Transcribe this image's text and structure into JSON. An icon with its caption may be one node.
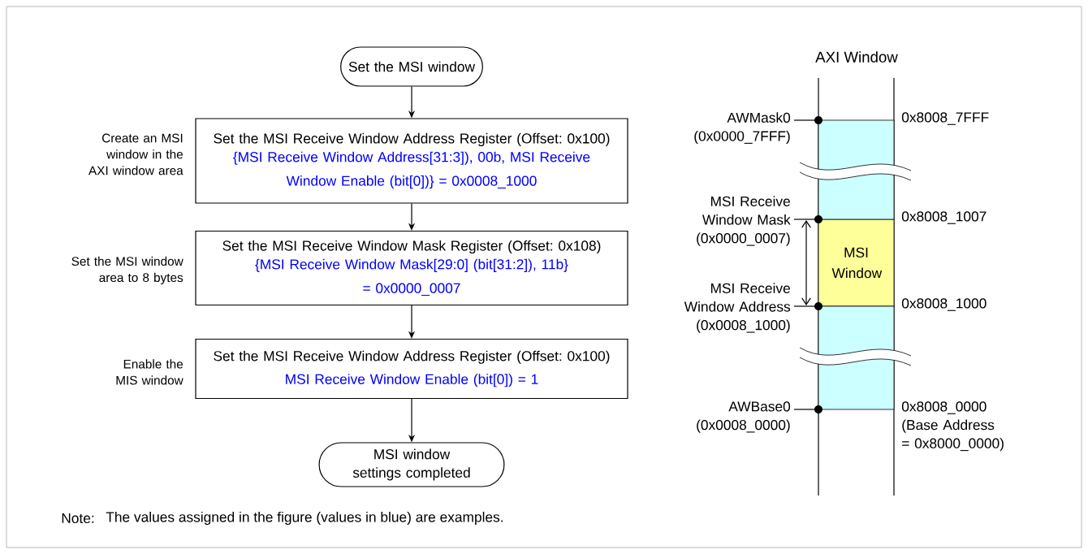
{
  "diagram": {
    "nodes": [
      {
        "text": [
          "Set the MSI window"
        ]
      },
      {
        "text": [
          "Set the MSI Receive Window Address Register (Offset: 0x100)",
          "{MSI Receive Window Address[31:3]), 00b, MSI Receive Window Enable (bit[0])} = 0x0008_1000"
        ],
        "beside": [
          "Create an MSI window in the AXI window area"
        ]
      },
      {
        "text": [
          "Set the MSI Receive Window Mask Register (Offset: 0x108)",
          "{MSI Receive Window Mask[29:0] (bit[31:2]), 11b} = 0x0000_0007"
        ],
        "beside": [
          "Set the MSI window area to 8 bytes"
        ]
      },
      {
        "text": [
          "Set the MSI Receive Window Address Register (Offset: 0x100)",
          "MSI Receive Window Enable (bit[0]) = 1"
        ],
        "beside": [
          "Enable the MIS window"
        ]
      },
      {
        "text": [
          "MSI window settings completed"
        ]
      },
      {
        "text": [
          "MSI Window"
        ]
      },
      {
        "text": [],
        "shape": "box"
      },
      {
        "text": [],
        "shape": "box"
      }
    ],
    "edges": [
      {
        "from": 0,
        "to": 1,
        "arrow": "to"
      },
      {
        "from": 1,
        "to": 2,
        "arrow": "to"
      },
      {
        "from": 2,
        "to": 3,
        "arrow": "to"
      },
      {
        "from": 3,
        "to": 4,
        "arrow": "to"
      }
    ],
    "labels": [
      "AXI Window",
      "AWMask0 (0x0000_7FFF)",
      "0x8008_7FFF",
      "MSI Receive Window Mask (0x0000_0007)",
      "0x8008_1007",
      "MSI Receive Window Address (0x0008_1000)",
      "0x8008_1000",
      "AWBase0 (0x0008_0000)",
      "0x8008_0000 (Base Address = 0x8000_0000)",
      "Note:",
      "The values assigned in the figure (values in blue) are examples."
    ]
  }
}
